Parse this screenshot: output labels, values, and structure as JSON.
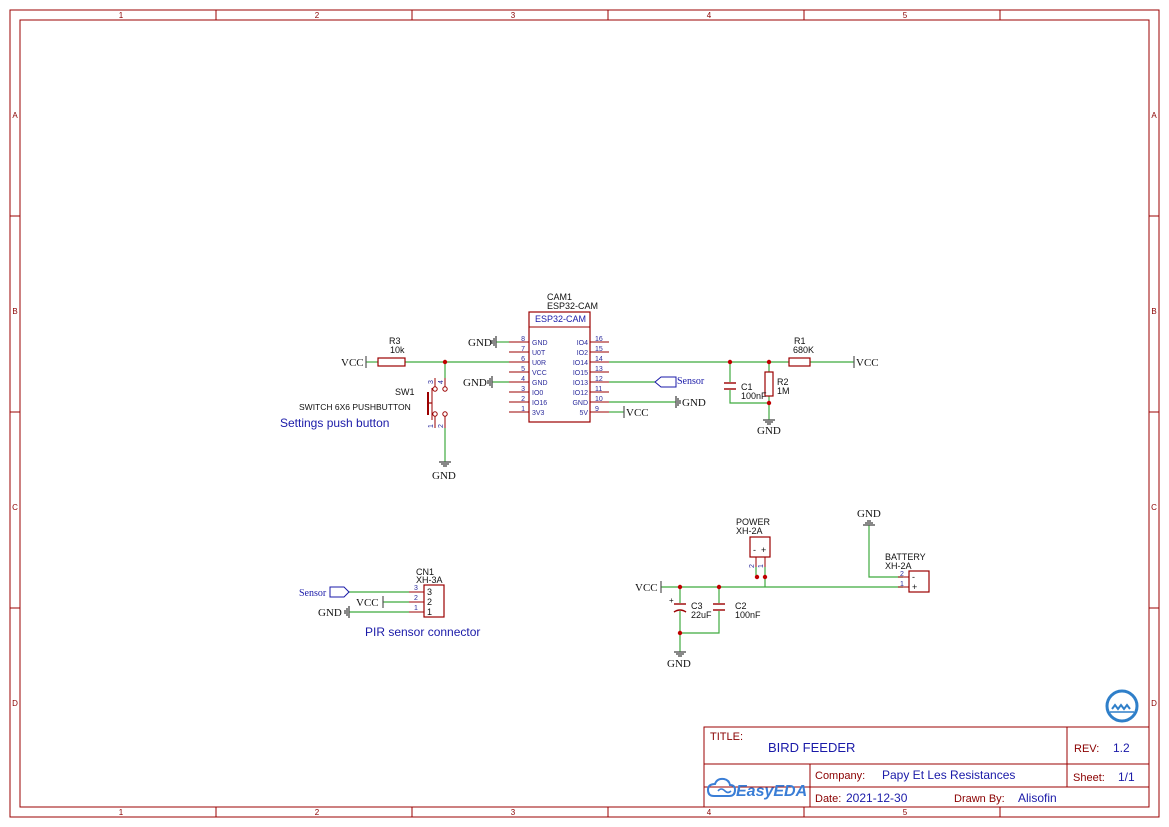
{
  "frame": {
    "cols": [
      "1",
      "2",
      "3",
      "4",
      "5"
    ],
    "rows": [
      "A",
      "B",
      "C",
      "D"
    ]
  },
  "title_block": {
    "title_label": "TITLE:",
    "title": "BIRD FEEDER",
    "rev_label": "REV:",
    "rev": "1.2",
    "company_label": "Company:",
    "company": "Papy Et Les Resistances",
    "sheet_label": "Sheet:",
    "sheet": "1/1",
    "date_label": "Date:",
    "date": "2021-12-30",
    "drawn_label": "Drawn By:",
    "drawn_by": "Alisofin",
    "logo_text": "EasyEDA"
  },
  "cam": {
    "designator": "CAM1",
    "part": "ESP32-CAM",
    "inner_label": "ESP32-CAM",
    "left_pins": [
      {
        "num": "8",
        "name": "GND"
      },
      {
        "num": "7",
        "name": "U0T"
      },
      {
        "num": "6",
        "name": "U0R"
      },
      {
        "num": "5",
        "name": "VCC"
      },
      {
        "num": "4",
        "name": "GND"
      },
      {
        "num": "3",
        "name": "IO0"
      },
      {
        "num": "2",
        "name": "IO16"
      },
      {
        "num": "1",
        "name": "3V3"
      }
    ],
    "right_pins": [
      {
        "num": "16",
        "name": "IO4"
      },
      {
        "num": "15",
        "name": "IO2"
      },
      {
        "num": "14",
        "name": "IO14"
      },
      {
        "num": "13",
        "name": "IO15"
      },
      {
        "num": "12",
        "name": "IO13"
      },
      {
        "num": "11",
        "name": "IO12"
      },
      {
        "num": "10",
        "name": "GND"
      },
      {
        "num": "9",
        "name": "5V"
      }
    ]
  },
  "r3": {
    "ref": "R3",
    "val": "10k"
  },
  "r1": {
    "ref": "R1",
    "val": "680K"
  },
  "r2": {
    "ref": "R2",
    "val": "1M"
  },
  "c1": {
    "ref": "C1",
    "val": "100nF"
  },
  "c2": {
    "ref": "C2",
    "val": "100nF"
  },
  "c3": {
    "ref": "C3",
    "val": "22uF"
  },
  "sw1": {
    "ref": "SW1",
    "part": "SWITCH 6X6 PUSHBUTTON",
    "note": "Settings push button",
    "pins": [
      "3",
      "4",
      "1",
      "2"
    ]
  },
  "cn1": {
    "ref": "CN1",
    "part": "XH-3A",
    "note": "PIR sensor connector",
    "pins": [
      "3",
      "2",
      "1"
    ]
  },
  "power": {
    "ref": "POWER",
    "part": "XH-2A",
    "pins": [
      "2",
      "1"
    ],
    "signs": [
      "-",
      "+"
    ]
  },
  "battery": {
    "ref": "BATTERY",
    "part": "XH-2A",
    "pins": [
      "2",
      "1"
    ],
    "signs": [
      "-",
      "+"
    ]
  },
  "nets": {
    "vcc": "VCC",
    "gnd": "GND",
    "sensor": "Sensor"
  }
}
